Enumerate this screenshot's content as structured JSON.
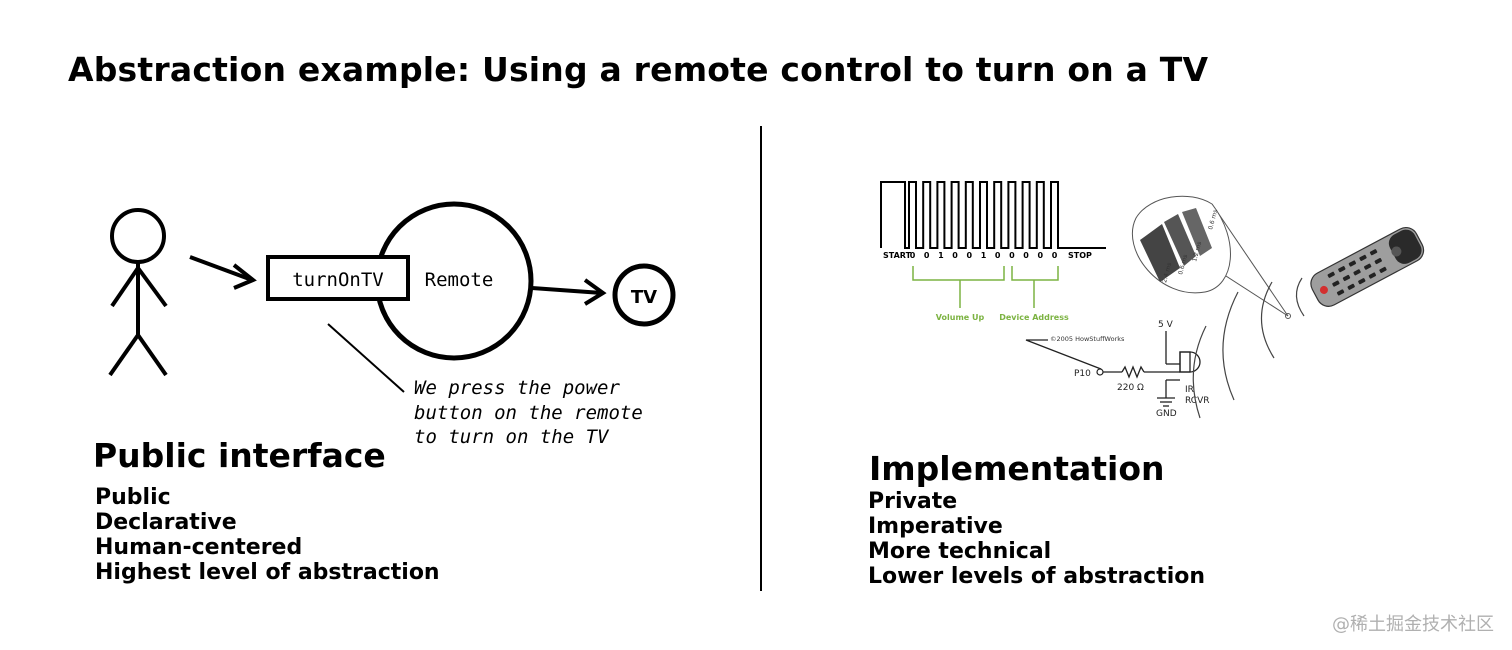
{
  "title": "Abstraction example: Using a remote control to turn on a TV",
  "left": {
    "button_label": "turnOnTV",
    "remote_label": "Remote",
    "tv_label": "TV",
    "note_lines": [
      "We press the power",
      "button on the remote",
      "to turn on the TV"
    ],
    "heading": "Public interface",
    "items": [
      "Public",
      "Declarative",
      "Human-centered",
      "Highest level of abstraction"
    ]
  },
  "right": {
    "waveform": {
      "start_label": "START",
      "stop_label": "STOP",
      "bits": [
        "0",
        "0",
        "1",
        "0",
        "0",
        "1",
        "0",
        "0",
        "0",
        "0",
        "0"
      ],
      "group1_label": "Volume Up",
      "group2_label": "Device Address"
    },
    "circuit": {
      "copyright": "©2005 HowStuffWorks",
      "voltage": "5 V",
      "pin": "P10",
      "resistor": "220 Ω",
      "ground": "GND",
      "receiver_line1": "IR",
      "receiver_line2": "RCVR"
    },
    "beam_labels": [
      "0.6 ms",
      "1.2 ms",
      "0.6 ms",
      "2.4 ms"
    ],
    "heading": "Implementation",
    "items": [
      "Private",
      "Imperative",
      "More technical",
      "Lower levels of abstraction"
    ]
  },
  "watermark": "@稀土掘金技术社区",
  "colors": {
    "ink": "#000000",
    "label_green": "#7cb342",
    "annotation_gray": "#555555",
    "watermark": "#b0b0b0"
  }
}
